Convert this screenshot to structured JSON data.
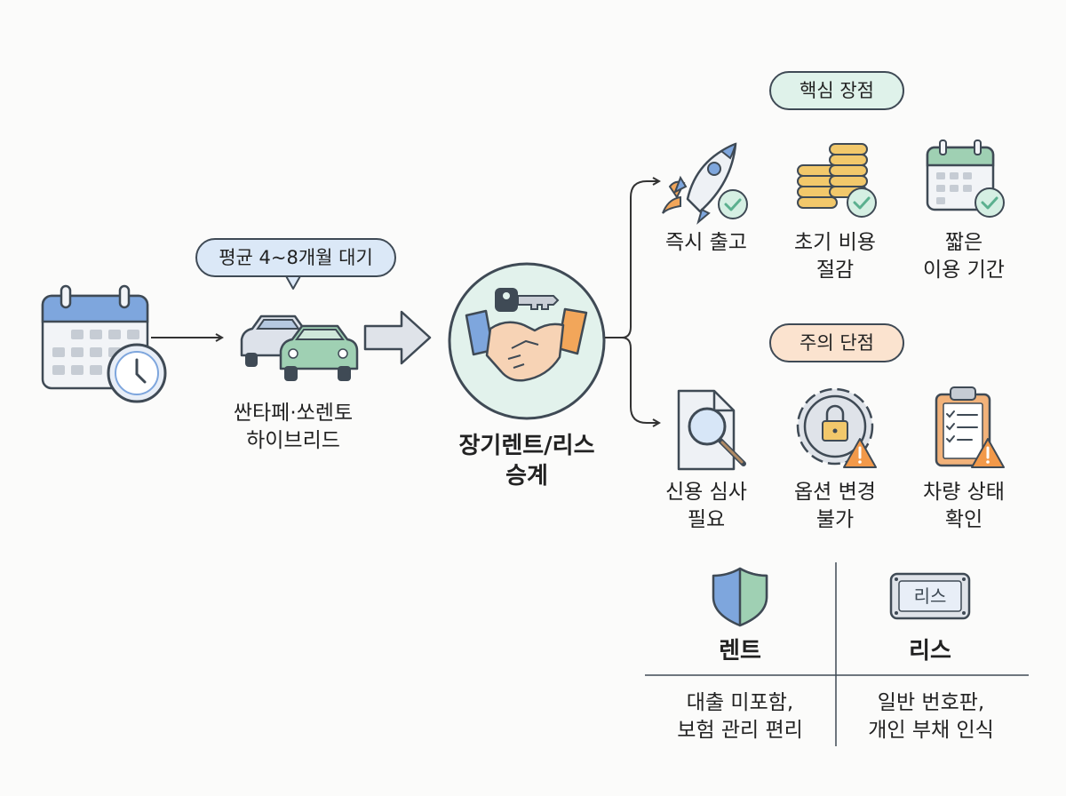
{
  "source": {
    "wait_bubble": "평균 4~8개월 대기",
    "cars_label_line1": "싼타페·쏘렌토",
    "cars_label_line2": "하이브리드"
  },
  "center": {
    "label_line1": "장기렌트/리스",
    "label_line2": "승계"
  },
  "advantages": {
    "header": "핵심 장점",
    "items": [
      {
        "icon": "rocket-icon",
        "line1": "즉시 출고",
        "line2": ""
      },
      {
        "icon": "coins-icon",
        "line1": "초기 비용",
        "line2": "절감"
      },
      {
        "icon": "calendar-check-icon",
        "line1": "짧은",
        "line2": "이용 기간"
      }
    ]
  },
  "disadvantages": {
    "header": "주의 단점",
    "items": [
      {
        "icon": "document-search-icon",
        "line1": "신용 심사",
        "line2": "필요"
      },
      {
        "icon": "gear-lock-warning-icon",
        "line1": "옵션 변경",
        "line2": "불가"
      },
      {
        "icon": "clipboard-warning-icon",
        "line1": "차량 상태",
        "line2": "확인"
      }
    ]
  },
  "comparison": {
    "rent": {
      "title": "렌트",
      "desc_line1": "대출 미포함,",
      "desc_line2": "보험 관리 편리"
    },
    "lease": {
      "title": "리스",
      "plate_text": "리스",
      "desc_line1": "일반 번호판,",
      "desc_line2": "개인 부채 인식"
    }
  },
  "colors": {
    "advantage_bubble": "#dff2ea",
    "disadvantage_bubble": "#fbe3cf",
    "wait_bubble": "#dbe8f7",
    "center_circle": "#e2f2ec",
    "check_green": "#5bb08f",
    "warning_orange": "#f2994a",
    "icon_blue": "#7ea6dd"
  }
}
